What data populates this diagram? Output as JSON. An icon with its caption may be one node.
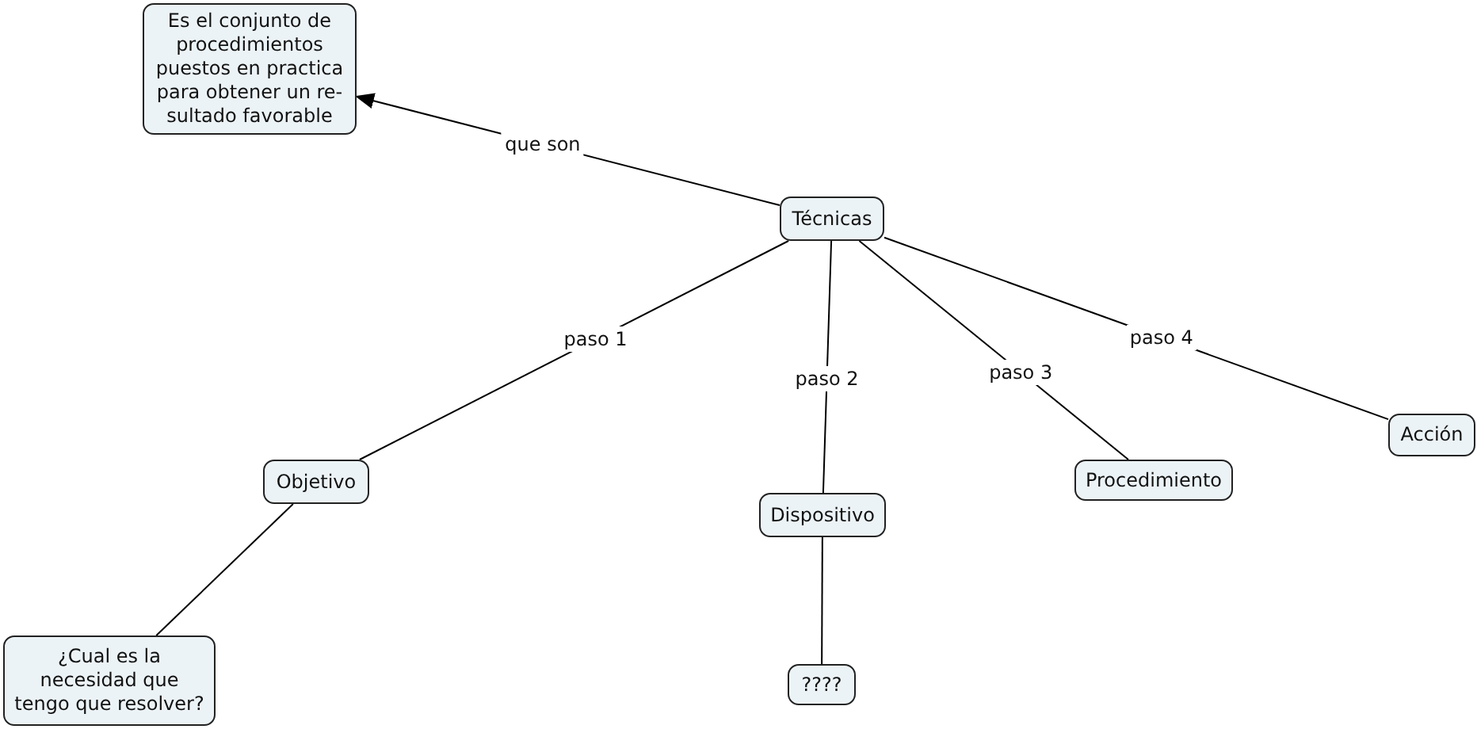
{
  "diagram": {
    "nodes": [
      {
        "text": [
          "Es el conjunto de procedimientos puestos en practica para obtener un re- sultado favorable"
        ]
      },
      {
        "text": [
          "Técnicas"
        ]
      },
      {
        "text": [
          "Objetivo"
        ]
      },
      {
        "text": [
          "Dispositivo"
        ]
      },
      {
        "text": [
          "Procedimiento"
        ]
      },
      {
        "text": [
          "Acción"
        ]
      },
      {
        "text": [
          "¿Cual es la necesidad que tengo que resolver?"
        ]
      },
      {
        "text": [
          "????"
        ]
      }
    ],
    "edges": [
      {
        "from": 1,
        "to": 0,
        "arrow": "to",
        "label": "que son"
      },
      {
        "from": 1,
        "to": 2,
        "arrow": "none",
        "label": "paso 1"
      },
      {
        "from": 1,
        "to": 3,
        "arrow": "none",
        "label": "paso 2"
      },
      {
        "from": 1,
        "to": 4,
        "arrow": "none",
        "label": "paso 3"
      },
      {
        "from": 1,
        "to": 5,
        "arrow": "none",
        "label": "paso 4"
      },
      {
        "from": 2,
        "to": 6,
        "arrow": "none"
      },
      {
        "from": 3,
        "to": 7,
        "arrow": "none"
      }
    ]
  }
}
